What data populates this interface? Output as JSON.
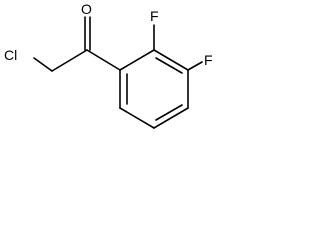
{
  "molecule": {
    "atoms": {
      "oxygen": "O",
      "chlorine": "Cl",
      "fluorine_ortho": "F",
      "fluorine_meta": "F"
    }
  }
}
